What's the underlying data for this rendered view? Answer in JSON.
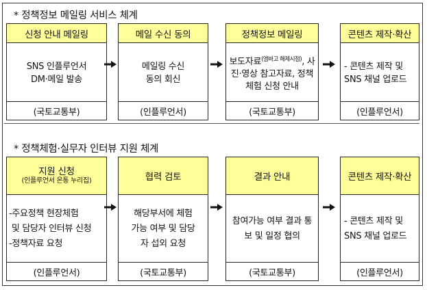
{
  "section1": {
    "title": "* 정책정보 메일링 서비스 체계",
    "boxes": [
      {
        "head": "신청 안내 메일링",
        "body": "SNS 인플루언서\nDM·메일 발송",
        "foot": "(국토교통부)"
      },
      {
        "head": "메일 수신 동의",
        "body": "메일링 수신\n동의 회신",
        "foot": "(인플루언서)"
      },
      {
        "head": "정책정보 메일링",
        "body_pre": "보도자료",
        "body_sup": "(엠바고 해제시점)",
        "body_post": ", 사진·영상 참고자료, 정책체험 신청 안내",
        "foot": "(국토교통부)"
      },
      {
        "head": "콘텐츠 제작·확산",
        "body": "- 콘텐츠 제작 및\nSNS 채널 업로드",
        "foot": "(인플루언서)"
      }
    ]
  },
  "section2": {
    "title": "* 정책체험·실무자 인터뷰 지원 체계",
    "boxes": [
      {
        "head": "지원 신청",
        "head_sub": "(인플루언서 온통 누리집)",
        "body": "-주요정책 현장체험\n 및 담당자 인터뷰 신청\n-정책자료 요청",
        "foot": "(인플루언서)"
      },
      {
        "head": "협력 검토",
        "body": "해당부서에 체험\n가능 여부 및 담당\n자 섭외 요청",
        "foot": "(국토교통부)"
      },
      {
        "head": "결과 안내",
        "body": "참여가능 여부 결과 통\n보 및 일정 협의",
        "foot": "(국토교통부)"
      },
      {
        "head": "콘텐츠 제작·확산",
        "body": "- 콘텐츠 제작 및\nSNS 채널 업로드",
        "foot": "(인플루언서)"
      }
    ]
  },
  "colors": {
    "header_fill": "#ffff99",
    "border": "#222222",
    "arrow": "#111111"
  },
  "icons": {
    "arrow": "right-arrow-icon"
  }
}
